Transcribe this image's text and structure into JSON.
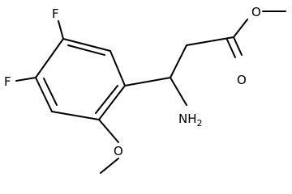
{
  "molecule": {
    "atom_labels": {
      "fluorine_top": "F",
      "fluorine_left": "F",
      "oxygen_ether": "O",
      "oxygen_ester_single": "O",
      "oxygen_carbonyl": "O",
      "amine_prefix": "NH",
      "amine_subscript": "2"
    },
    "colors": {
      "bond": "#000000",
      "label": "#000000",
      "background": "#ffffff"
    }
  }
}
